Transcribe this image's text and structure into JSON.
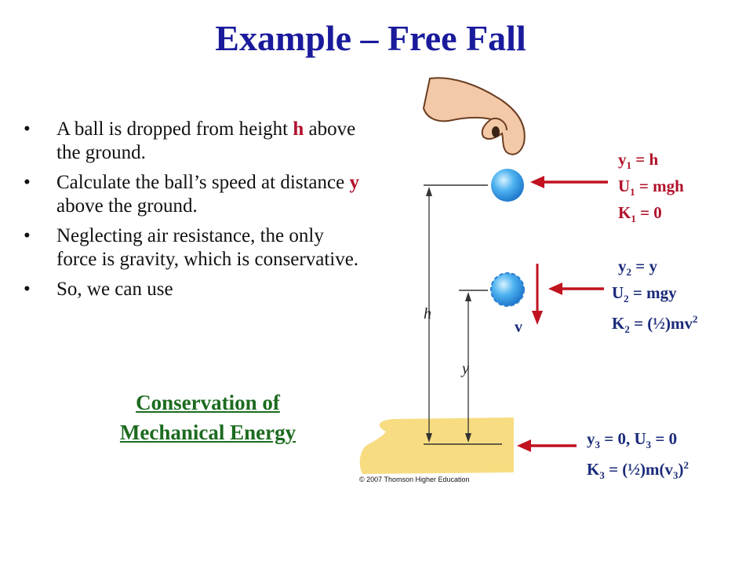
{
  "title": "Example – Free Fall",
  "bullets": [
    {
      "a": "A ball is dropped from height ",
      "b": "h",
      "c": " above the ground."
    },
    {
      "a": "Calculate the ball’s speed at distance ",
      "b": "y",
      "c": " above the ground."
    },
    {
      "a": "Neglecting air resistance, the only force is gravity, which is conservative.",
      "b": "",
      "c": ""
    },
    {
      "a": "So, we can use",
      "b": "",
      "c": ""
    }
  ],
  "conservation": {
    "line1": "Conservation of",
    "line2": "Mechanical Energy"
  },
  "figure": {
    "h_label": "h",
    "y_label": "y",
    "v_label": "v",
    "copyright": "© 2007 Thomson Higher Education"
  },
  "labels": {
    "state1": [
      "y1 = h",
      "U1 = mgh",
      "K1 = 0"
    ],
    "state2": [
      "y2 = y",
      "U2 = mgy",
      "K2 = (½)mv2"
    ],
    "state3": [
      "y3 = 0, U3 = 0",
      "K3 = (½)m(v3)2"
    ]
  },
  "colors": {
    "title": "#1a1a9c",
    "highlight": "#b0102a",
    "conservation": "#1c6b1f",
    "ground": "#f7dc82"
  }
}
